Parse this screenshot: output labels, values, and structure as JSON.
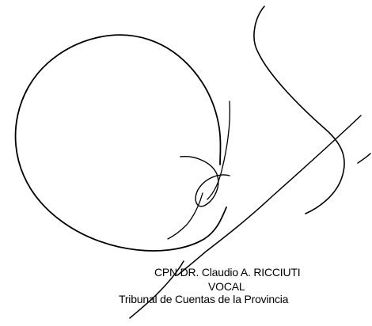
{
  "document": {
    "type": "signature-stamp",
    "ink_color": "#000000",
    "background_color": "#ffffff"
  },
  "signature": {
    "icon": "handwritten-signature",
    "signer_name": "CPN DR. Claudio A. RICCIUTI"
  },
  "stamp": {
    "name_line": "CPN DR. Claudio A. RICCIUTI",
    "title_line": "VOCAL",
    "institution_line": "Tribunal de Cuentas de la Provincia"
  }
}
